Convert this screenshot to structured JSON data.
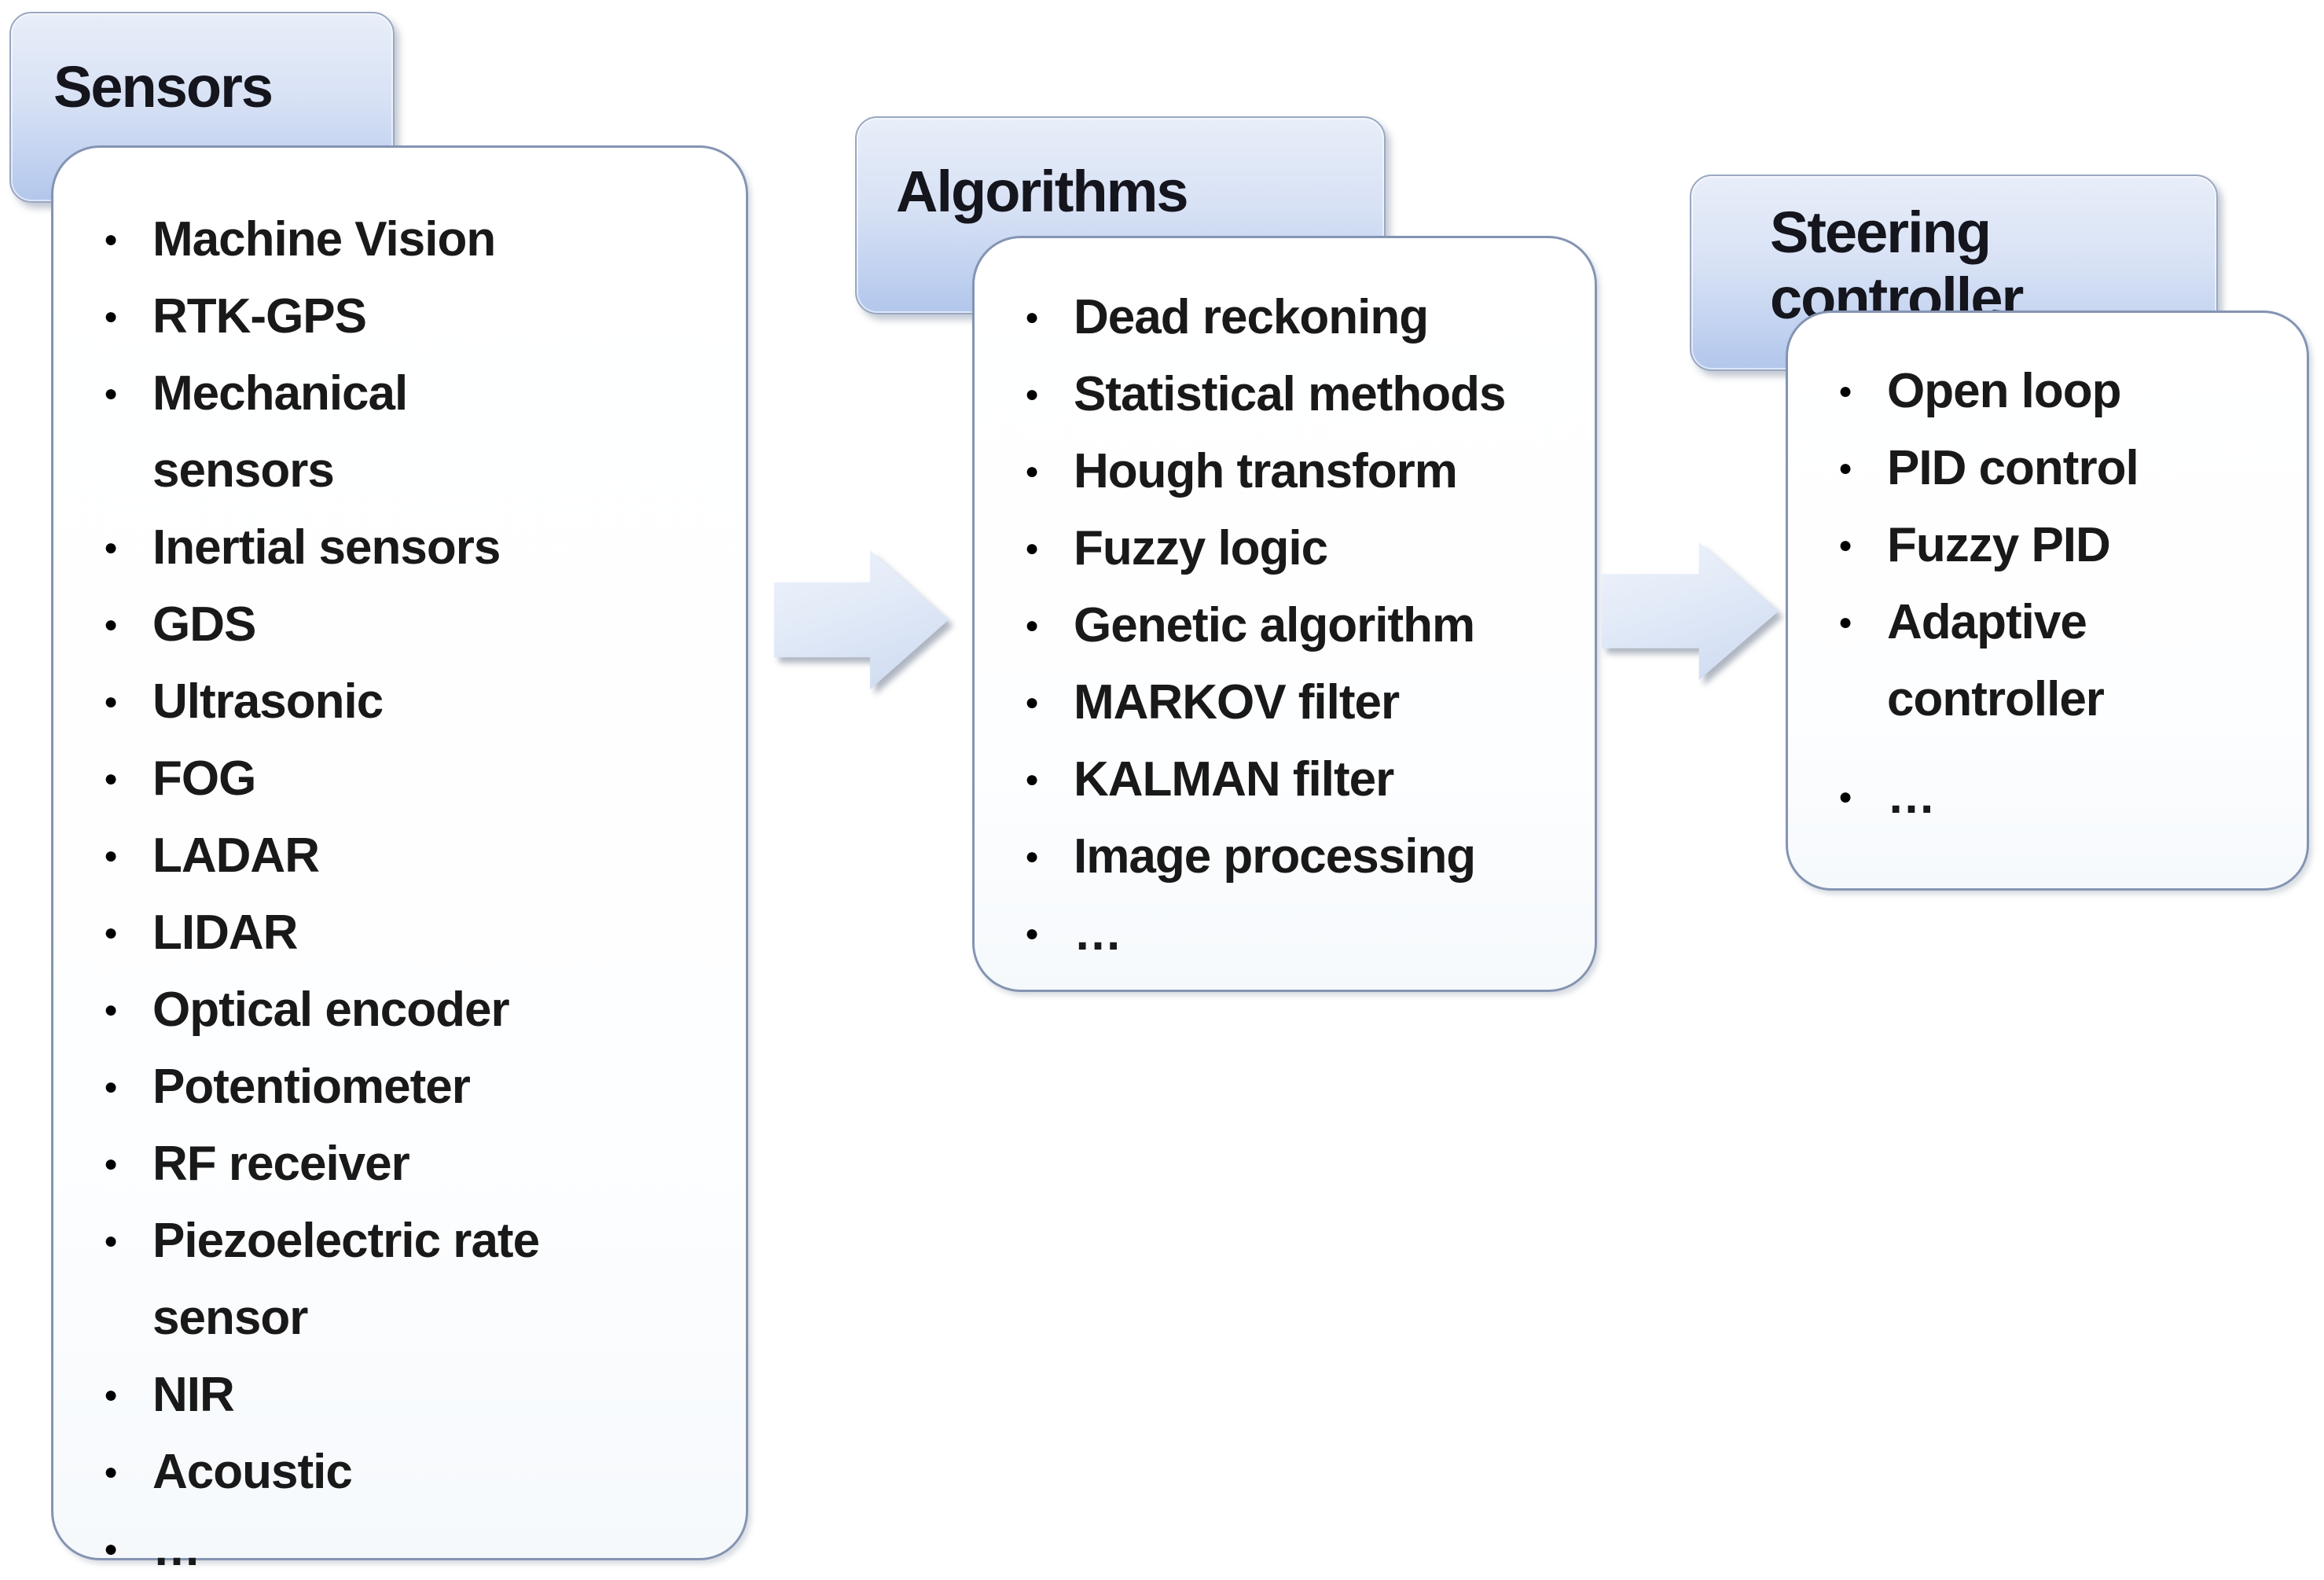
{
  "figure": {
    "groups": [
      {
        "id": "sensors",
        "title": "Sensors",
        "items": [
          "Machine Vision",
          "RTK-GPS",
          "Mechanical sensors",
          "Inertial sensors",
          "GDS",
          "Ultrasonic",
          "FOG",
          "LADAR",
          "LIDAR",
          "Optical encoder",
          "Potentiometer",
          "RF receiver",
          "Piezoelectric rate sensor",
          "NIR",
          "Acoustic",
          "…"
        ]
      },
      {
        "id": "algorithms",
        "title": "Algorithms",
        "items": [
          "Dead reckoning",
          "Statistical methods",
          "Hough transform",
          "Fuzzy logic",
          "Genetic algorithm",
          "MARKOV filter",
          "KALMAN filter",
          "Image processing",
          "…"
        ]
      },
      {
        "id": "steering",
        "title": "Steering controller",
        "items": [
          "Open loop",
          "PID control",
          "Fuzzy PID",
          "Adaptive controller",
          "…"
        ]
      }
    ],
    "arrows": [
      {
        "from": "Sensors",
        "to": "Algorithms"
      },
      {
        "from": "Algorithms",
        "to": "Steering controller"
      }
    ]
  },
  "theme": {
    "tab_grad_top": "#e8eef9",
    "tab_grad_bottom": "#b2c7ec",
    "tab_border": "#9aa8c2",
    "box_border": "#8494b2",
    "box_fill": "#ffffff",
    "title_color": "#15151d",
    "item_color": "#191919",
    "arrow_fill_light": "#e3ebf8",
    "arrow_fill_dark": "#ccd9f0",
    "background": "#ffffff"
  }
}
